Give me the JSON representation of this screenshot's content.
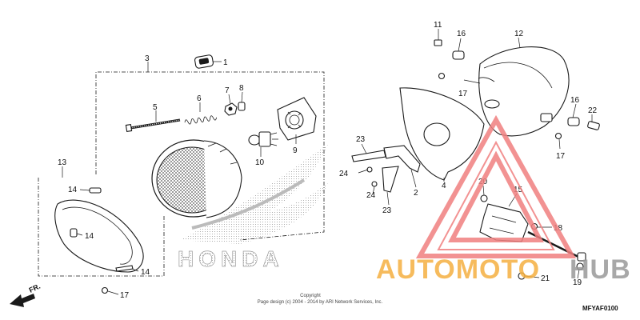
{
  "callouts": [
    {
      "num": "1"
    },
    {
      "num": "2"
    },
    {
      "num": "3"
    },
    {
      "num": "4"
    },
    {
      "num": "5"
    },
    {
      "num": "6"
    },
    {
      "num": "7"
    },
    {
      "num": "8"
    },
    {
      "num": "9"
    },
    {
      "num": "10"
    },
    {
      "num": "11"
    },
    {
      "num": "12"
    },
    {
      "num": "13"
    },
    {
      "num": "14"
    },
    {
      "num": "14"
    },
    {
      "num": "14"
    },
    {
      "num": "15"
    },
    {
      "num": "16"
    },
    {
      "num": "16"
    },
    {
      "num": "17"
    },
    {
      "num": "17"
    },
    {
      "num": "17"
    },
    {
      "num": "18"
    },
    {
      "num": "19"
    },
    {
      "num": "20"
    },
    {
      "num": "21"
    },
    {
      "num": "22"
    },
    {
      "num": "23"
    },
    {
      "num": "23"
    },
    {
      "num": "24"
    },
    {
      "num": "24"
    }
  ],
  "direction_marker": "FR.",
  "brand_background": "HONDA",
  "copyright_line1": "Copyright",
  "copyright_line2": "Page design (c) 2004 - 2014 by ARI Network Services, Inc.",
  "diagram_code": "MFYAF0100",
  "watermark": {
    "text_part1": "AUTOMOTO",
    "text_part2": "HUB",
    "color_part1": "#f5b041",
    "color_part2": "#9a9a9a",
    "triangle_color": "#f08080"
  }
}
